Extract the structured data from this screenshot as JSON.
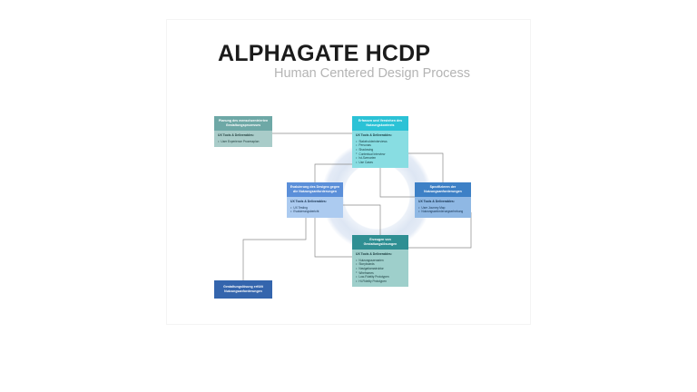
{
  "title": {
    "main": "ALPHAGATE HCDP",
    "subtitle": "Human Centered Design Process"
  },
  "colors": {
    "planning_header": "#6ea8a6",
    "planning_body": "#a9ccc9",
    "context_header": "#2bc2d6",
    "context_body": "#88dde2",
    "requirements_header": "#3d80c6",
    "requirements_body": "#8fb8e4",
    "solutions_header": "#2f8f93",
    "solutions_body": "#9ecfcb",
    "evaluate_header": "#5b8fd9",
    "evaluate_body": "#accbf0",
    "meets_header": "#3465ad",
    "ring": "#dde6f3",
    "connector_line": "#8a8a8a",
    "title_text": "#1b1b1b",
    "subtitle_text": "#b4b4b4"
  },
  "deliverables_label": "UX Tools & Deliverables:",
  "nodes": {
    "planning": {
      "header": "Planung des menschzentrierten Gestaltungsprozesses",
      "body_title": "UX Tools & Deliverables:",
      "items": [
        "User Experience Prozessplan"
      ]
    },
    "context": {
      "header": "Erfassen und Verstehen des Nutzungskontexts",
      "body_title": "UX Tools & Deliverables:",
      "items": [
        "Stakeholderinterviews",
        "Personas",
        "Shadowing",
        "Contextual Interview",
        "Ist-Szenarien",
        "Use Cases"
      ]
    },
    "requirements": {
      "header": "Spezifizieren der Nutzungsanforderungen",
      "body_title": "UX Tools & Deliverables:",
      "items": [
        "User Journey Map",
        "Nutzungsanforderungserhebung"
      ]
    },
    "solutions": {
      "header": "Erzeugen von Gestaltungslösungen",
      "body_title": "UX Tools & Deliverables:",
      "items": [
        "Nutzungsszenarien",
        "Storyboards",
        "Navigationsstruktur",
        "Wireframes",
        "Low-Fidelity Prototypen",
        "Hi-Fidelity Prototypen"
      ]
    },
    "evaluate": {
      "header": "Evaluierung des Designs gegen die Nutzungsanforderungen",
      "body_title": "UX Tools & Deliverables:",
      "items": [
        "UX Testing",
        "Evaluierungsbericht"
      ]
    },
    "meets": {
      "header": "Gestaltungslösung erfüllt Nutzungsanforderungen"
    }
  }
}
